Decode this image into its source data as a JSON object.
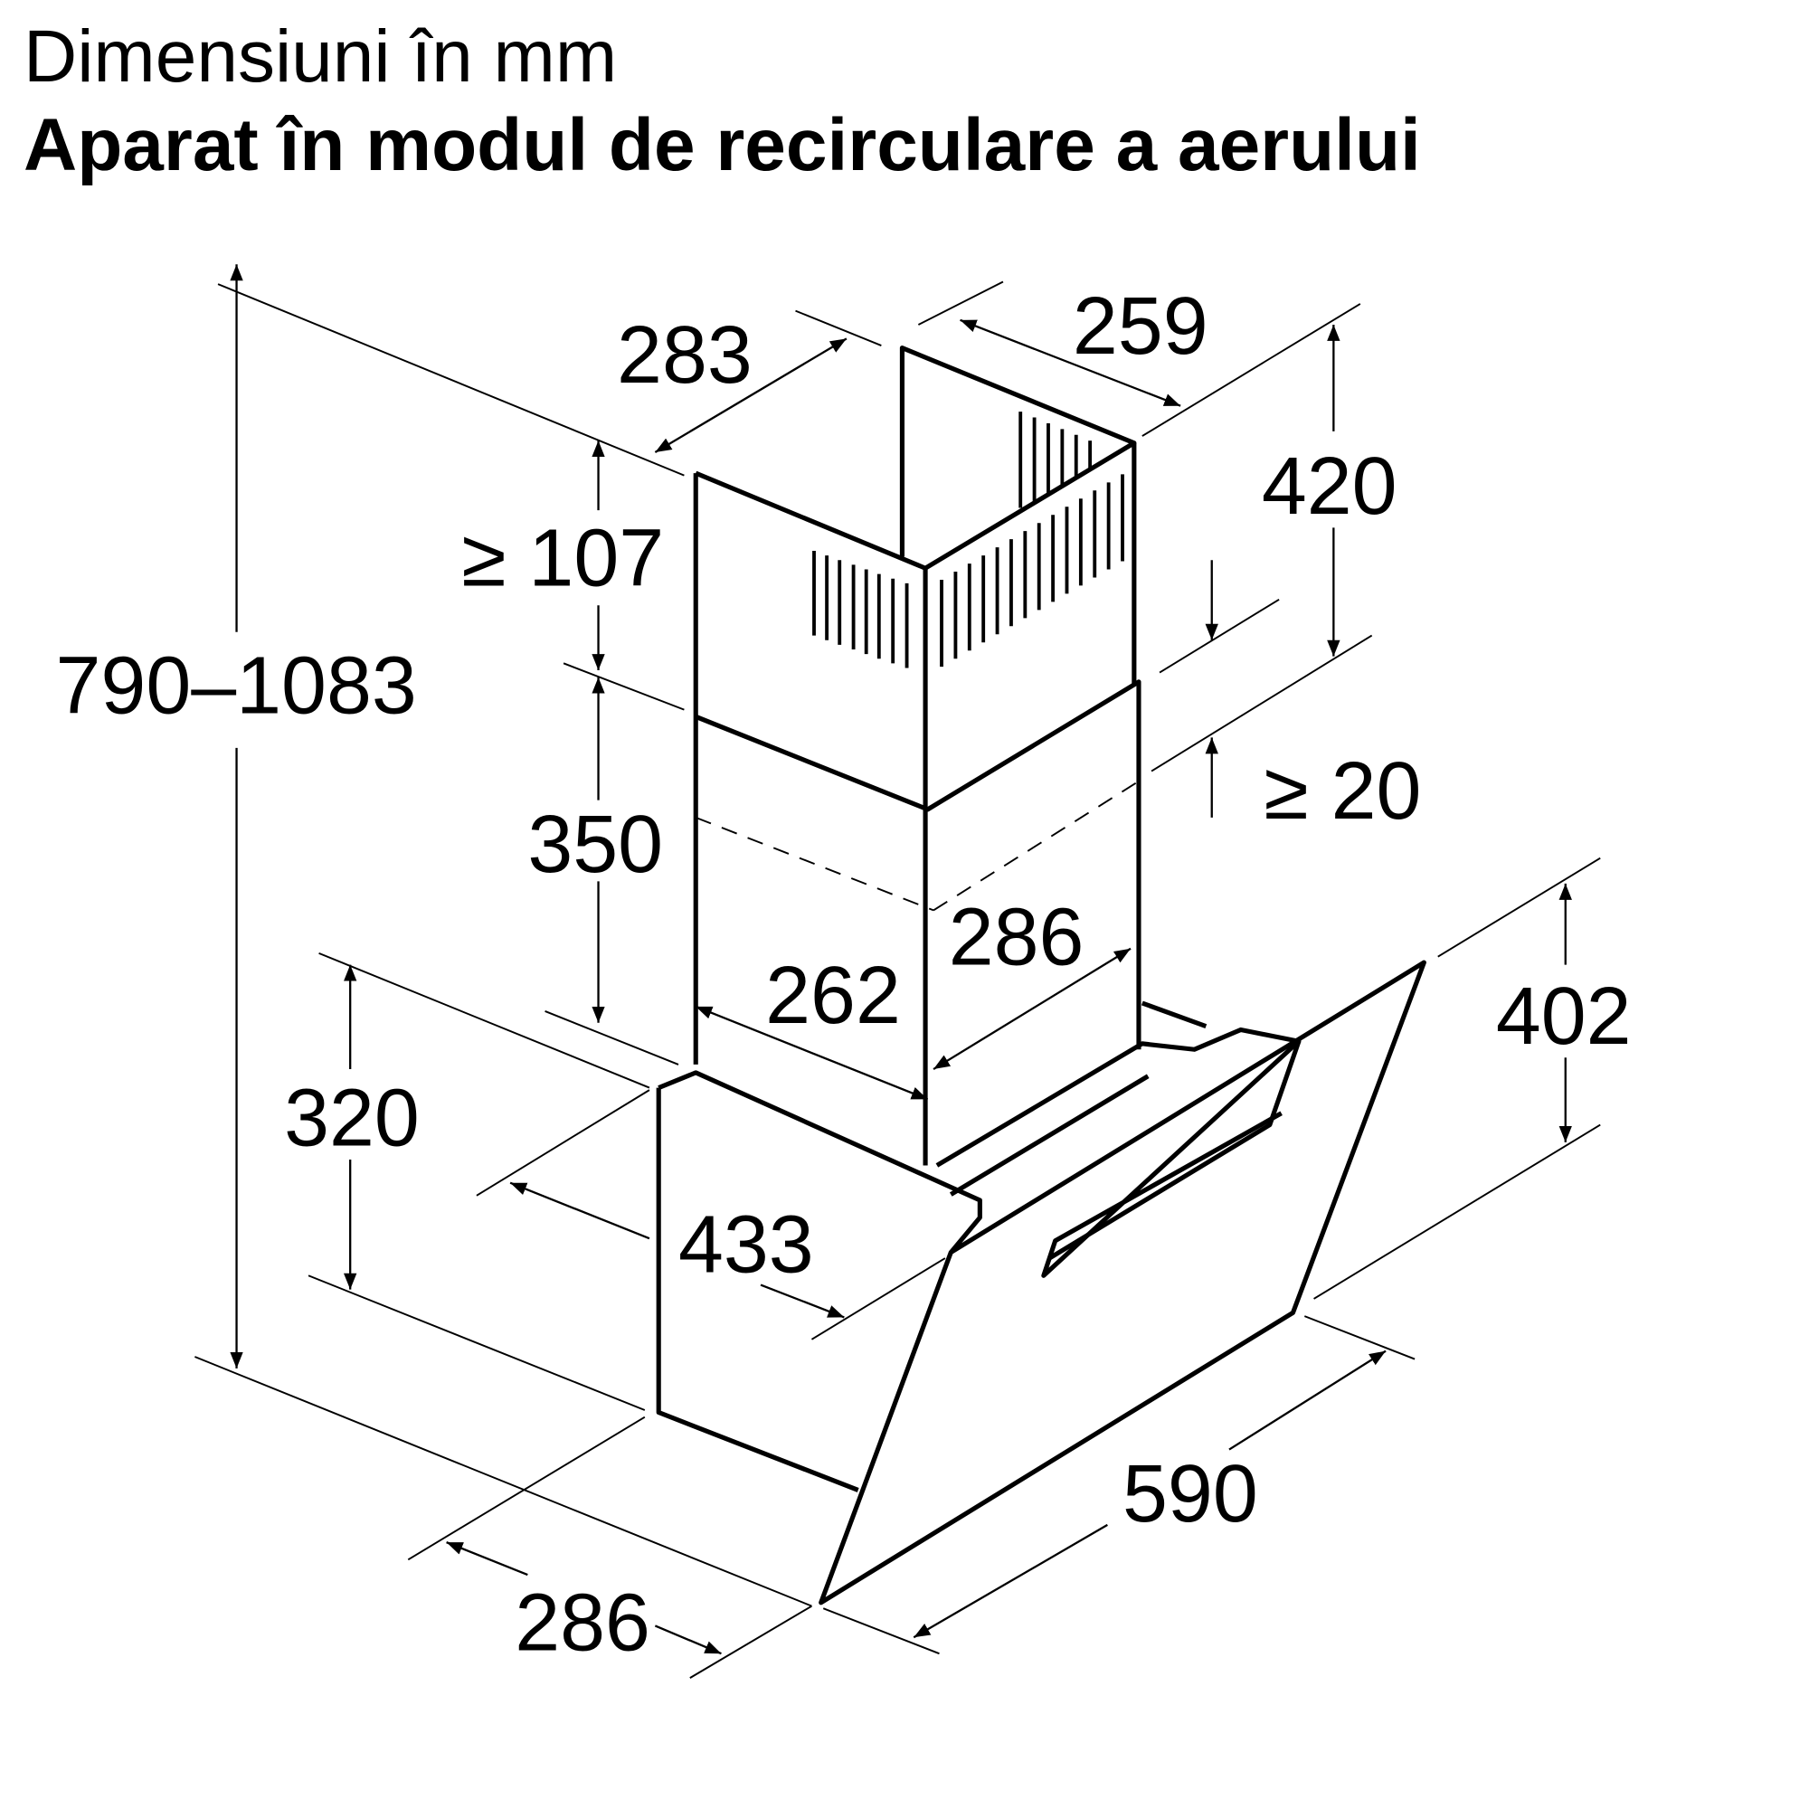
{
  "header": {
    "subtitle": "Dimensiuni în mm",
    "title": "Aparat în modul de recirculare a aerului"
  },
  "dimensions": {
    "total_height": "790–1083",
    "chimney_depth_top": "283",
    "chimney_width_top": "259",
    "upper_chimney_height": "420",
    "min_top_gap": "≥ 107",
    "min_overlap": "≥ 20",
    "lower_chimney_height": "350",
    "chimney_depth_bottom": "286",
    "chimney_width_bottom": "262",
    "body_height": "320",
    "body_depth": "433",
    "glass_height": "402",
    "width": "590",
    "base_depth": "286"
  },
  "colors": {
    "line": "#000000",
    "background": "#ffffff"
  }
}
